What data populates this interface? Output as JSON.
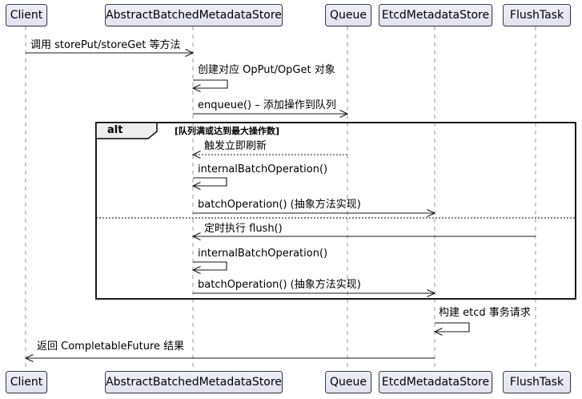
{
  "diagram": {
    "type": "uml-sequence",
    "participants": [
      {
        "name": "Client"
      },
      {
        "name": "AbstractBatchedMetadataStore"
      },
      {
        "name": "Queue"
      },
      {
        "name": "EtcdMetadataStore"
      },
      {
        "name": "FlushTask"
      }
    ],
    "alt_fragment": {
      "operator": "alt",
      "condition": "[队列满或达到最大操作数]"
    },
    "messages": {
      "m1": {
        "from": "Client",
        "to": "AbstractBatchedMetadataStore",
        "style": "solid",
        "label": "调用 storePut/storeGet 等方法"
      },
      "m2": {
        "from": "AbstractBatchedMetadataStore",
        "to": "AbstractBatchedMetadataStore",
        "style": "self",
        "label": "创建对应 OpPut/OpGet 对象"
      },
      "m3": {
        "from": "AbstractBatchedMetadataStore",
        "to": "Queue",
        "style": "solid",
        "label": "enqueue() – 添加操作到队列"
      },
      "m4": {
        "from": "Queue",
        "to": "AbstractBatchedMetadataStore",
        "style": "dashed",
        "label": "触发立即刷新"
      },
      "m5": {
        "from": "AbstractBatchedMetadataStore",
        "to": "AbstractBatchedMetadataStore",
        "style": "self",
        "label": "internalBatchOperation()"
      },
      "m6": {
        "from": "AbstractBatchedMetadataStore",
        "to": "EtcdMetadataStore",
        "style": "solid",
        "label": "batchOperation() (抽象方法实现)"
      },
      "m7": {
        "from": "FlushTask",
        "to": "AbstractBatchedMetadataStore",
        "style": "solid",
        "label": "定时执行 flush()"
      },
      "m8": {
        "from": "AbstractBatchedMetadataStore",
        "to": "AbstractBatchedMetadataStore",
        "style": "self",
        "label": "internalBatchOperation()"
      },
      "m9": {
        "from": "AbstractBatchedMetadataStore",
        "to": "EtcdMetadataStore",
        "style": "solid",
        "label": "batchOperation() (抽象方法实现)"
      },
      "m10": {
        "from": "EtcdMetadataStore",
        "to": "EtcdMetadataStore",
        "style": "self",
        "label": "构建 etcd 事务请求"
      },
      "m11": {
        "from": "EtcdMetadataStore",
        "to": "Client",
        "style": "solid",
        "label": "返回 CompletableFuture 结果"
      }
    },
    "colors": {
      "participant_fill": "#E2E2F0",
      "participant_border": "#3B4045",
      "lifeline": "#999999",
      "arrow": "#181818",
      "frame_border": "#000000",
      "operator_tab_fill": "#EEEEEE",
      "background": "#FFFFFF"
    }
  }
}
